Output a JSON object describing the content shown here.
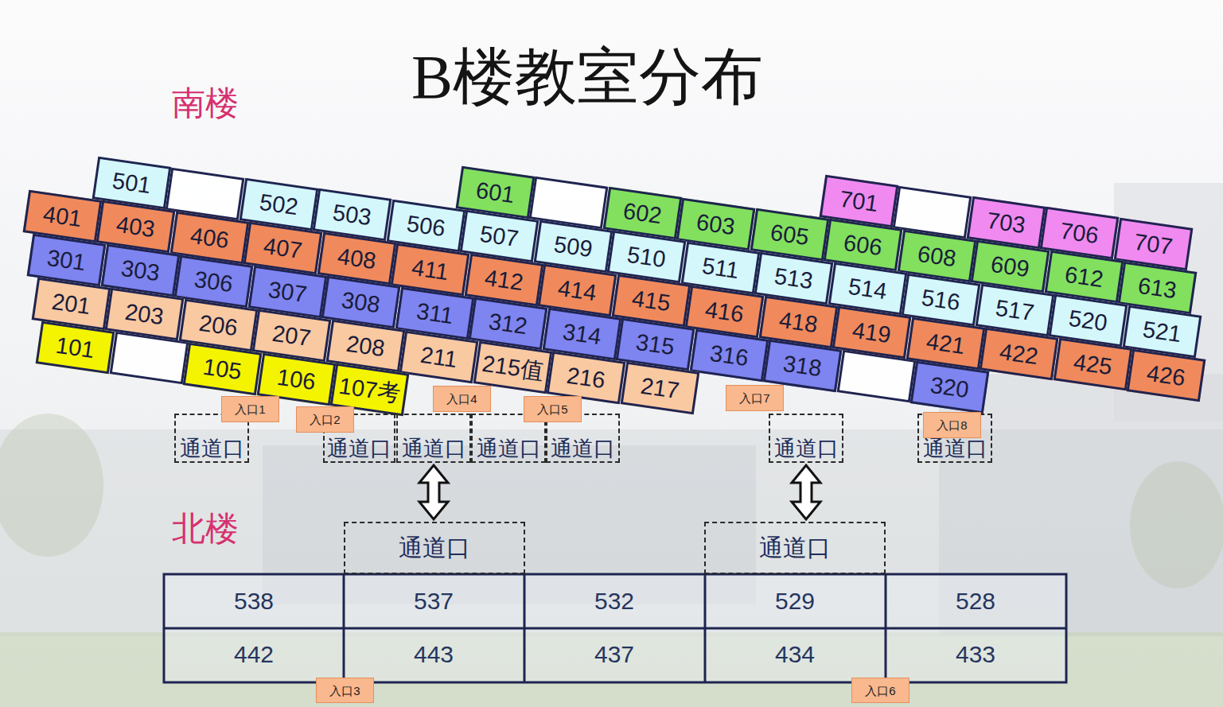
{
  "diagram": {
    "title": "B楼教室分布",
    "nodes": [
      {
        "text": [
          "701"
        ]
      },
      {
        "text": [
          "703"
        ]
      },
      {
        "text": [
          "706"
        ]
      },
      {
        "text": [
          "707"
        ]
      },
      {
        "text": [
          "601"
        ]
      },
      {
        "text": [
          "602"
        ]
      },
      {
        "text": [
          "603"
        ]
      },
      {
        "text": [
          "605"
        ]
      },
      {
        "text": [
          "606"
        ]
      },
      {
        "text": [
          "608"
        ]
      },
      {
        "text": [
          "609"
        ]
      },
      {
        "text": [
          "612"
        ]
      },
      {
        "text": [
          "613"
        ]
      },
      {
        "text": [
          "501"
        ]
      },
      {
        "text": [
          "502"
        ]
      },
      {
        "text": [
          "503"
        ]
      },
      {
        "text": [
          "506"
        ]
      },
      {
        "text": [
          "507"
        ]
      },
      {
        "text": [
          "509"
        ]
      },
      {
        "text": [
          "510"
        ]
      },
      {
        "text": [
          "511"
        ]
      },
      {
        "text": [
          "513"
        ]
      },
      {
        "text": [
          "514"
        ]
      },
      {
        "text": [
          "516"
        ]
      },
      {
        "text": [
          "517"
        ]
      },
      {
        "text": [
          "520"
        ]
      },
      {
        "text": [
          "521"
        ]
      },
      {
        "text": [
          "401"
        ]
      },
      {
        "text": [
          "403"
        ]
      },
      {
        "text": [
          "406"
        ]
      },
      {
        "text": [
          "407"
        ]
      },
      {
        "text": [
          "408"
        ]
      },
      {
        "text": [
          "411"
        ]
      },
      {
        "text": [
          "412"
        ]
      },
      {
        "text": [
          "414"
        ]
      },
      {
        "text": [
          "415"
        ]
      },
      {
        "text": [
          "416"
        ]
      },
      {
        "text": [
          "418"
        ]
      },
      {
        "text": [
          "419"
        ]
      },
      {
        "text": [
          "421"
        ]
      },
      {
        "text": [
          "422"
        ]
      },
      {
        "text": [
          "425"
        ]
      },
      {
        "text": [
          "426"
        ]
      },
      {
        "text": [
          "301"
        ]
      },
      {
        "text": [
          "303"
        ]
      },
      {
        "text": [
          "306"
        ]
      },
      {
        "text": [
          "307"
        ]
      },
      {
        "text": [
          "308"
        ]
      },
      {
        "text": [
          "311"
        ]
      },
      {
        "text": [
          "312"
        ]
      },
      {
        "text": [
          "314"
        ]
      },
      {
        "text": [
          "315"
        ]
      },
      {
        "text": [
          "316"
        ]
      },
      {
        "text": [
          "318"
        ]
      },
      {
        "text": [
          "320"
        ]
      },
      {
        "text": [
          "201"
        ]
      },
      {
        "text": [
          "203"
        ]
      },
      {
        "text": [
          "206"
        ]
      },
      {
        "text": [
          "207"
        ]
      },
      {
        "text": [
          "208"
        ]
      },
      {
        "text": [
          "211"
        ]
      },
      {
        "text": [
          "215值"
        ]
      },
      {
        "text": [
          "216"
        ]
      },
      {
        "text": [
          "217"
        ]
      },
      {
        "text": [
          "101"
        ]
      },
      {
        "text": [
          "105"
        ]
      },
      {
        "text": [
          "106"
        ]
      },
      {
        "text": [
          "107考"
        ]
      },
      {
        "text": [
          "通道口"
        ]
      },
      {
        "text": [
          "通道口"
        ]
      },
      {
        "text": [
          "通道口"
        ]
      },
      {
        "text": [
          "通道口"
        ]
      },
      {
        "text": [
          "通道口"
        ]
      },
      {
        "text": [
          "通道口"
        ]
      },
      {
        "text": [
          "通道口"
        ]
      },
      {
        "text": [
          "入口1"
        ]
      },
      {
        "text": [
          "入口2"
        ]
      },
      {
        "text": [
          "入口4"
        ]
      },
      {
        "text": [
          "入口5"
        ]
      },
      {
        "text": [
          "入口7"
        ]
      },
      {
        "text": [
          "入口8"
        ]
      },
      {
        "text": [
          "通道口"
        ]
      },
      {
        "text": [
          "通道口"
        ]
      },
      {
        "text": [
          "入口3"
        ]
      },
      {
        "text": [
          "入口6"
        ]
      }
    ],
    "edges": [
      {
        "from": 70,
        "to": 81,
        "arrow": "both"
      },
      {
        "from": 73,
        "to": 82,
        "arrow": "both"
      }
    ],
    "labels": [
      "南楼",
      "北楼",
      "538",
      "537",
      "532",
      "529",
      "528",
      "442",
      "443",
      "437",
      "434",
      "433"
    ]
  }
}
